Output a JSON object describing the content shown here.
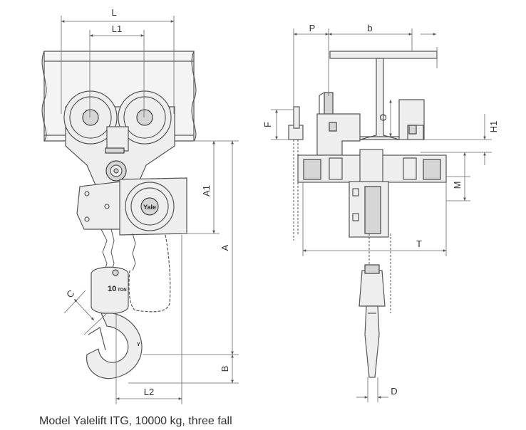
{
  "caption": "Model Yalelift ITG, 10000 kg, three fall",
  "front_view": {
    "dims": {
      "L": "L",
      "L1": "L1",
      "A1": "A1",
      "A": "A",
      "C": "C",
      "B": "B",
      "L2": "L2"
    },
    "brand": "Yale",
    "capacity": "10",
    "capacity_unit": "TON"
  },
  "side_view": {
    "dims": {
      "P": "P",
      "b": "b",
      "F": "F",
      "O": "O",
      "H1": "H1",
      "M": "M",
      "T": "T",
      "D": "D"
    }
  }
}
